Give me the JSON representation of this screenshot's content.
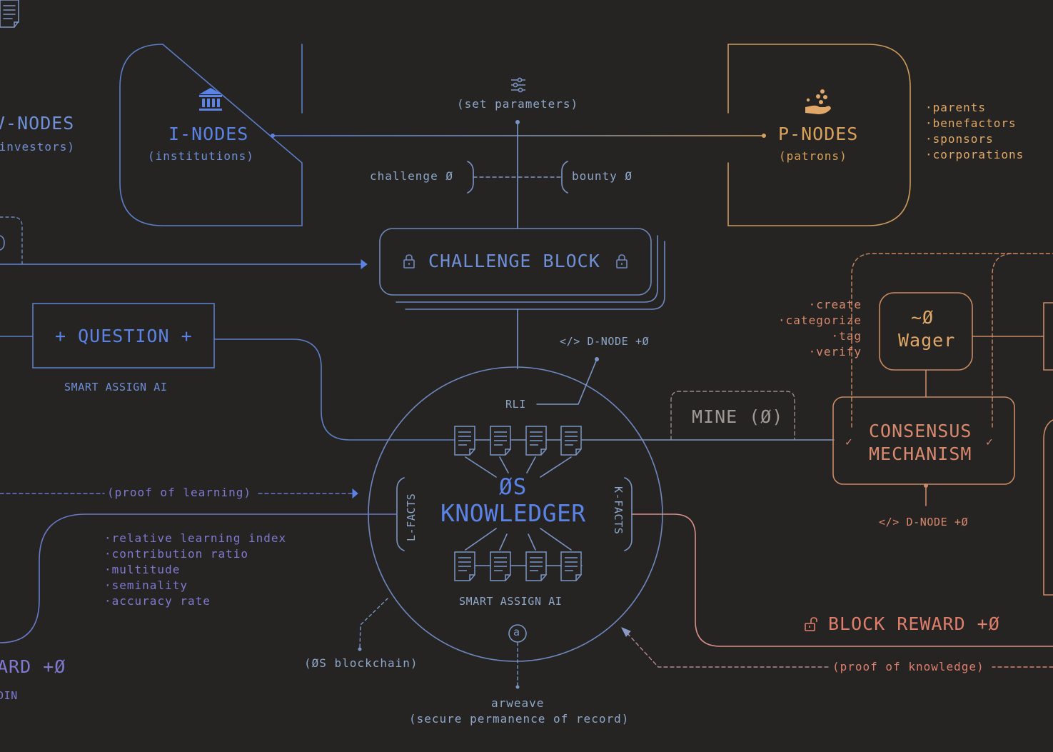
{
  "colors": {
    "background": "#262422",
    "blue": "#5b83e6",
    "steel": "#7a95c4",
    "gold": "#d9a25a",
    "rust": "#d98a6e",
    "salmon": "#e07e6c",
    "purple": "#7f79d0"
  },
  "v_nodes": {
    "title": "V-NODES",
    "subtitle": "(investors)"
  },
  "i_nodes": {
    "title": "I-NODES",
    "subtitle": "(institutions)",
    "icon": "bank-icon"
  },
  "p_nodes": {
    "title": "P-NODES",
    "subtitle": "(patrons)",
    "icon": "donation-hand-icon"
  },
  "patrons_list": [
    "·parents",
    "·benefactors",
    "·sponsors",
    "·corporations"
  ],
  "set_parameters": {
    "label": "(set parameters)",
    "icon": "sliders-icon"
  },
  "challenge_label": "challenge Ø",
  "bounty_label": "bounty Ø",
  "challenge_block": {
    "label": "CHALLENGE BLOCK",
    "icon": "lock-icon"
  },
  "question": {
    "label": "+ QUESTION +",
    "caption": "SMART ASSIGN AI"
  },
  "d_node_top": "</> D-NODE +Ø",
  "rli": "RLI",
  "knowledger": {
    "line1": "ØS",
    "line2": "KNOWLEDGER",
    "caption": "SMART ASSIGN AI",
    "arweave_badge": "a"
  },
  "l_facts": "L-FACTS",
  "k_facts": "K-FACTS",
  "proof_of_learning": "(proof of learning)",
  "learning_metrics": [
    "·relative learning index",
    "·contribution ratio",
    "·multitude",
    "·seminality",
    "·accuracy rate"
  ],
  "os_blockchain": "(ØS blockchain)",
  "arweave": {
    "line1": "arweave",
    "line2": "(secure permanence of record)"
  },
  "mine": "MINE (Ø)",
  "tasks": [
    "·create",
    "·categorize",
    "·tag",
    "·verify"
  ],
  "wager": {
    "line1": "~Ø",
    "line2": "Wager"
  },
  "consensus": {
    "line1": "CONSENSUS",
    "line2": "MECHANISM"
  },
  "d_node_right": "</> D-NODE +Ø",
  "block_reward": "BLOCK REWARD +Ø",
  "proof_of_knowledge": "(proof of knowledge)",
  "left_reward": "ARD +Ø",
  "left_reward_sub": "DIN"
}
